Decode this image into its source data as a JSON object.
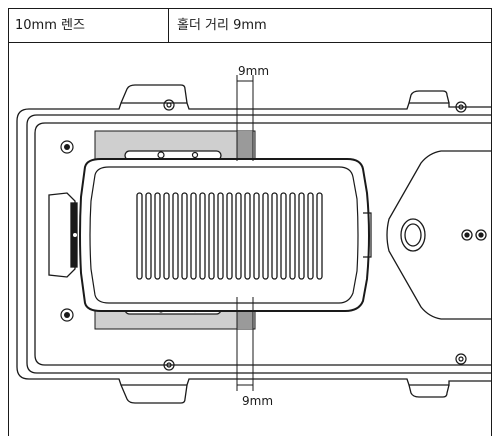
{
  "table": {
    "lens_label": "10mm 렌즈",
    "holder_distance_label": "홀더 거리 9mm"
  },
  "diagram": {
    "dimension_top_label": "9mm",
    "dimension_bottom_label": "9mm"
  }
}
